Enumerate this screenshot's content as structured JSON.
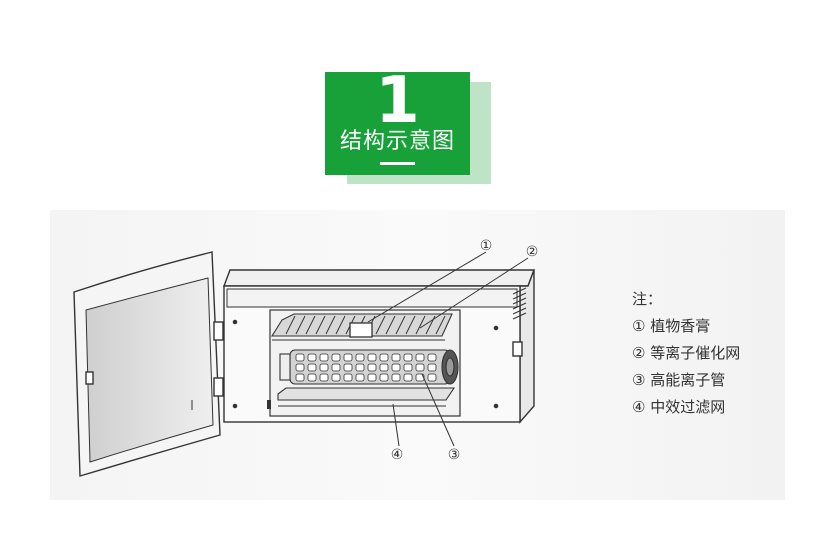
{
  "badge": {
    "number": "1",
    "title": "结构示意图"
  },
  "callouts": [
    "①",
    "②",
    "③",
    "④"
  ],
  "legend": {
    "heading": "注：",
    "items": [
      {
        "marker": "①",
        "text": "植物香膏"
      },
      {
        "marker": "②",
        "text": "等离子催化网"
      },
      {
        "marker": "③",
        "text": "高能离子管"
      },
      {
        "marker": "④",
        "text": "中效过滤网"
      }
    ]
  },
  "colors": {
    "accent_green": "#17a138",
    "shadow_green": "#bfe3c7",
    "line": "#333333"
  }
}
